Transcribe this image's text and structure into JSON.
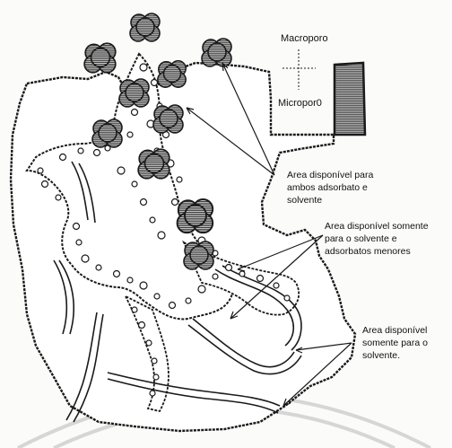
{
  "labels": {
    "macroporo": "Macroporo",
    "microporo": "Micropor0",
    "area_both": "Area disponível para\nambos adsorbato e\nsolvente",
    "area_solvent_small": "Area disponível somente\npara o solvente e\nadsorbatos menores",
    "area_solvent_only": "Area disponível\nsomente para o\nsolvente."
  },
  "colors": {
    "ink": "#1a1a1a",
    "hatch_fill": "#6b6b6b",
    "background": "#fbfbf9",
    "watermark": "#d9d9d9"
  }
}
